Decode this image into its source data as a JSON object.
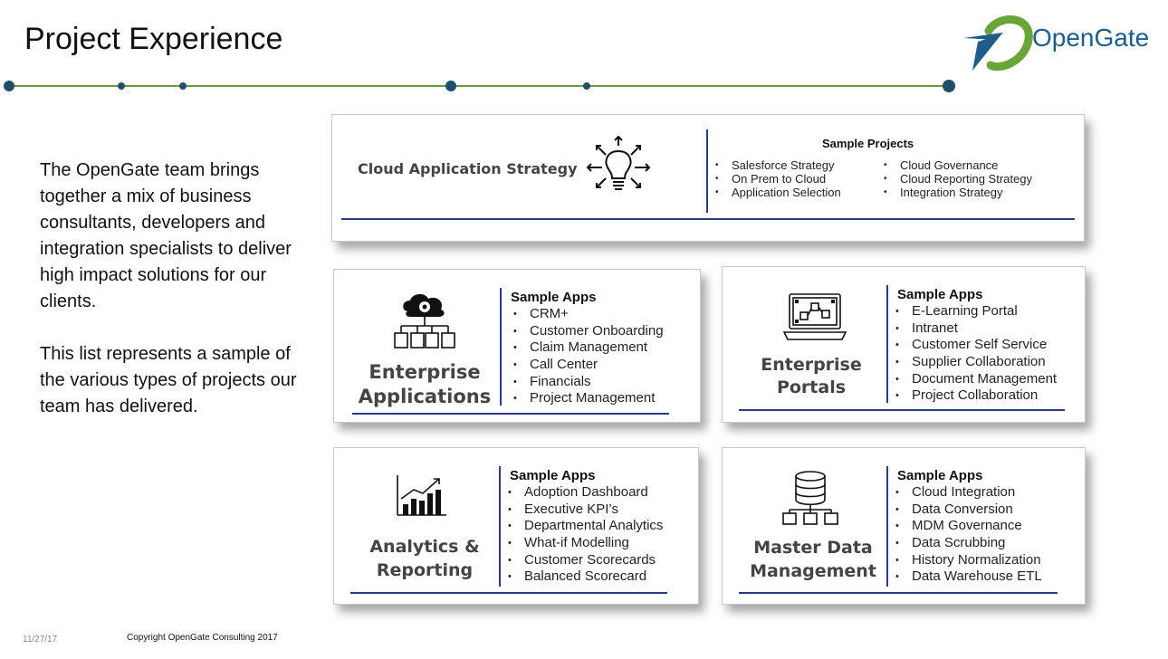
{
  "title": "Project Experience",
  "logo": {
    "text": "OpenGate",
    "icon": "opengate-swoosh-logo"
  },
  "intro": {
    "paragraph1": "The OpenGate team brings together a mix of business consultants, developers and integration specialists to deliver high impact solutions for our clients.",
    "paragraph2": "This list represents a sample of the various types of projects our team has delivered."
  },
  "colors": {
    "timeline_line": "#6a9a3a",
    "timeline_dot": "#1f4f6b",
    "accent_line": "#2d3a84",
    "logo_green": "#6aa53a",
    "logo_blue": "#1f5c8a"
  },
  "cloud": {
    "title": "Cloud Application Strategy",
    "icon": "lightbulb-idea-icon",
    "projects_heading": "Sample Projects",
    "col1": [
      "Salesforce Strategy",
      "On Prem to Cloud",
      "Application Selection"
    ],
    "col2": [
      "Cloud Governance",
      "Cloud Reporting Strategy",
      "Integration Strategy"
    ]
  },
  "enterprise_apps": {
    "title_line1": "Enterprise",
    "title_line2": "Applications",
    "icon": "cloud-gear-hierarchy-icon",
    "heading": "Sample Apps",
    "items": [
      "CRM+",
      "Customer Onboarding",
      "Claim Management",
      "Call Center",
      "Financials",
      "Project Management"
    ]
  },
  "enterprise_portals": {
    "title_line1": "Enterprise",
    "title_line2": "Portals",
    "icon": "laptop-portal-icon",
    "heading": "Sample Apps",
    "items": [
      "E-Learning Portal",
      "Intranet",
      "Customer Self Service",
      "Supplier Collaboration",
      "Document Management",
      "Project Collaboration"
    ]
  },
  "analytics": {
    "title_line1": "Analytics &",
    "title_line2": "Reporting",
    "icon": "bar-chart-growth-icon",
    "heading": "Sample Apps",
    "items": [
      "Adoption Dashboard",
      "Executive KPI’s",
      "Departmental Analytics",
      "What-if Modelling",
      "Customer Scorecards",
      "Balanced Scorecard"
    ]
  },
  "mdm": {
    "title_line1": "Master Data",
    "title_line2": "Management",
    "icon": "database-hierarchy-icon",
    "heading": "Sample Apps",
    "items": [
      "Cloud Integration",
      "Data Conversion",
      "MDM Governance",
      "Data Scrubbing",
      "History Normalization",
      "Data Warehouse ETL"
    ]
  },
  "footer": {
    "date": "11/27/17",
    "copyright": "Copyright OpenGate Consulting 2017"
  }
}
